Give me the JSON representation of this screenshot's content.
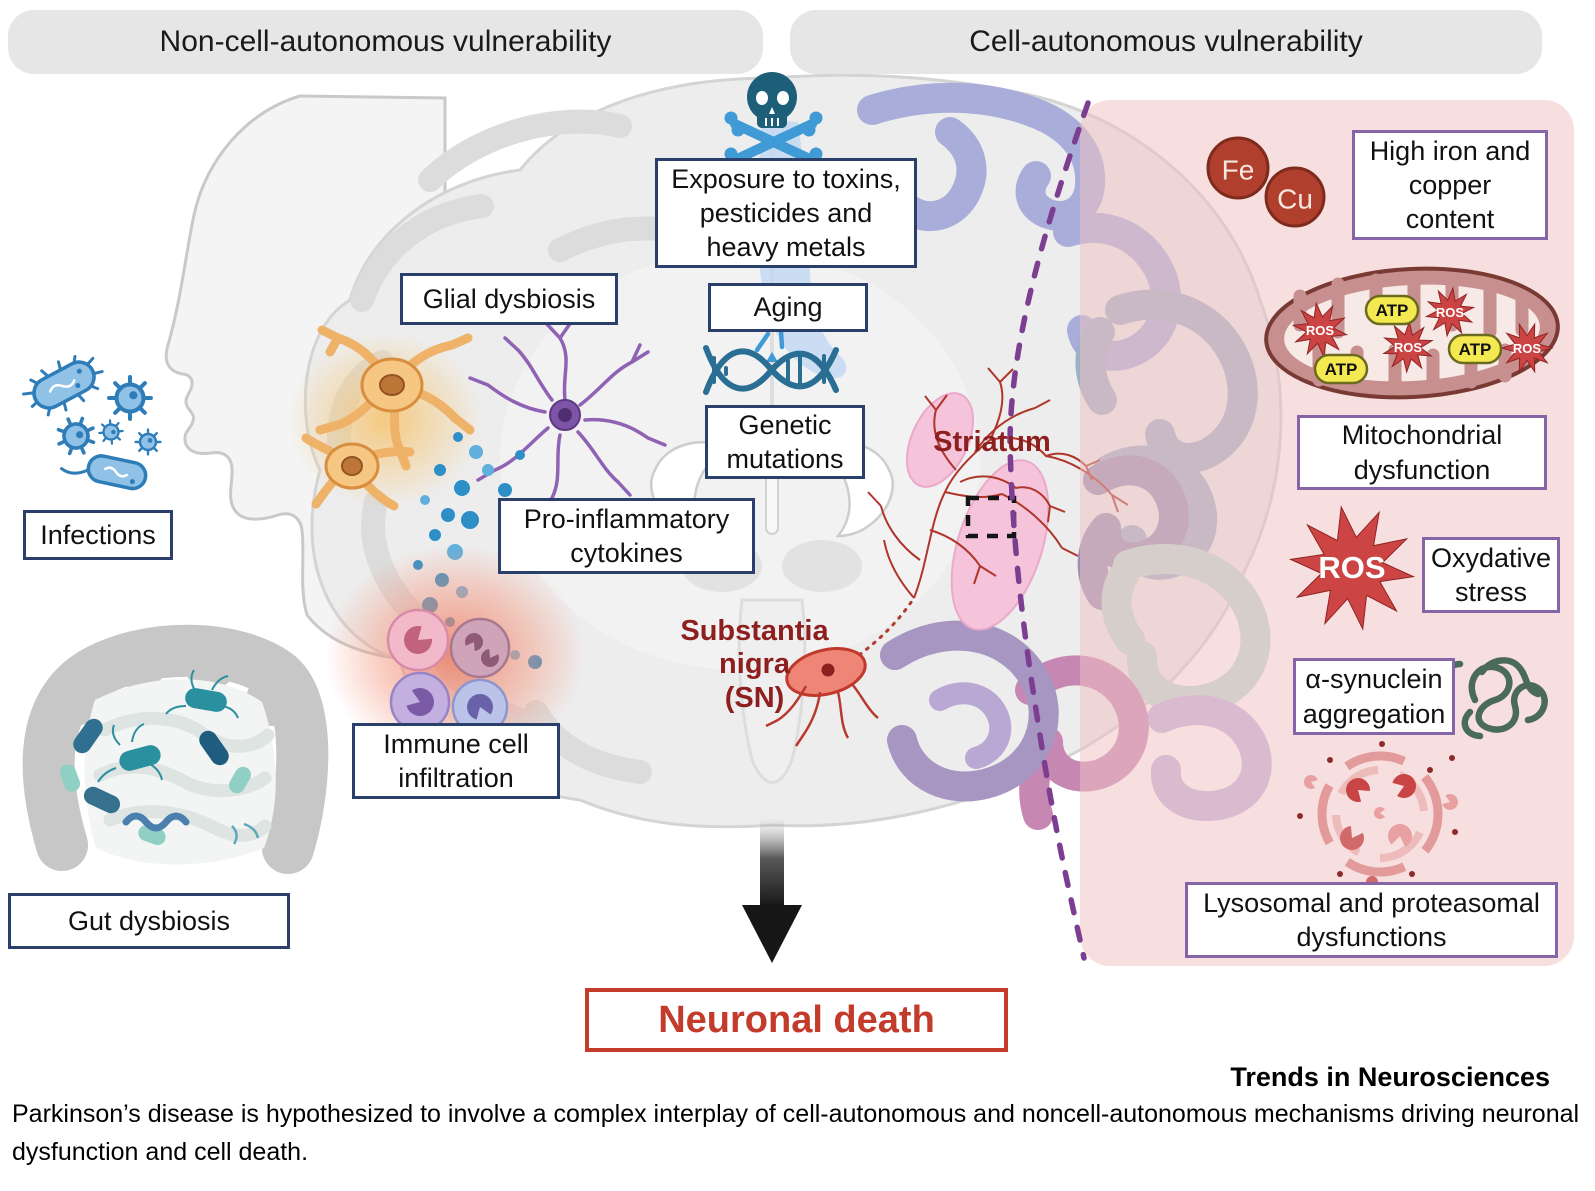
{
  "headers": {
    "left": "Non-cell-autonomous vulnerability",
    "right": "Cell-autonomous vulnerability"
  },
  "labels": {
    "exposure": "Exposure to toxins, pesticides and heavy metals",
    "aging": "Aging",
    "genetic_mutations": "Genetic mutations",
    "glial": "Glial dysbiosis",
    "cytokines": "Pro-inflammatory cytokines",
    "immune": "Immune cell infiltration",
    "infections": "Infections",
    "gut": "Gut dysbiosis",
    "striatum": "Striatum",
    "substantia_nigra": "Substantia\nnigra\n(SN)",
    "neuronal_death": "Neuronal death"
  },
  "right_panel": {
    "fe": "Fe",
    "cu": "Cu",
    "atp": "ATP",
    "ros": "ROS",
    "high_iron": "High iron and copper content",
    "mitochondrial": "Mitochondrial dysfunction",
    "oxidative": "Oxydative stress",
    "synuclein": "α-synuclein aggregation",
    "lysosomal": "Lysosomal and proteasomal dysfunctions"
  },
  "footer": {
    "journal": "Trends in Neurosciences",
    "caption": "Parkinson’s disease is hypothesized to involve a complex interplay of cell-autonomous and noncell-autonomous mechanisms driving neuronal dysfunction and cell death."
  },
  "icons": {
    "skull": "skull-crossbones-icon",
    "dna": "dna-helix-icon",
    "bacteria": "bacteria-virus-icons",
    "gut": "intestine-icon",
    "astrocyte": "astrocyte-cell-icon",
    "microglia": "microglia-cell-icon",
    "cytokine_dots": "cytokine-dots-icon",
    "immune_cells": "immune-cells-icon",
    "neuron": "dopaminergic-neuron-icon",
    "mitochondrion": "mitochondrion-icon",
    "ros_burst": "ros-starburst-icon",
    "synuclein_tangle": "protein-tangle-icon",
    "lysosome": "lysosome-proteasome-icon",
    "arrow_down": "down-arrow-icon"
  },
  "colors": {
    "navy_border": "#2b3f6b",
    "purple_border": "#8565a8",
    "red_accent": "#c23b2b",
    "dark_red_text": "#8e1f1f",
    "panel_pink": "#f8dcdc",
    "header_gray": "#e6e6e6",
    "bacteria_blue": "#2e7cb8",
    "skull_teal": "#1d5f78"
  }
}
